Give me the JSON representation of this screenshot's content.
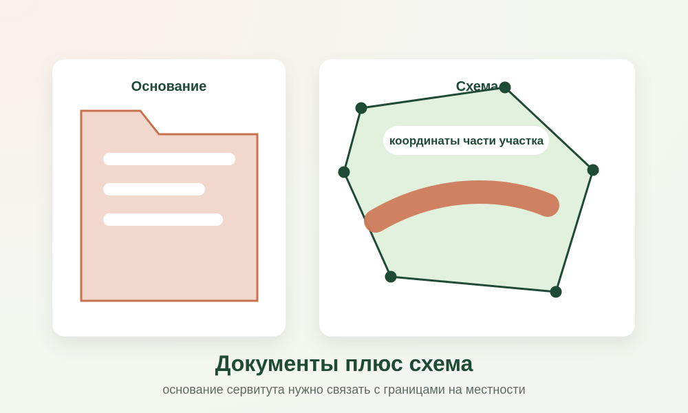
{
  "cards": {
    "left": {
      "title": "Основание"
    },
    "right": {
      "title": "Схема",
      "label": "координаты части участка"
    }
  },
  "footer": {
    "title": "Документы плюс схема",
    "subtitle": "основание сервитута нужно связать с границами на местности"
  },
  "colors": {
    "dark_green": "#1f4a35",
    "folder_fill": "#f2d8cc",
    "folder_stroke": "#c8714f",
    "polygon_fill": "#dff0da",
    "path_stroke": "#cd7a5a"
  },
  "icons": [
    "folder-icon",
    "vertex-dot-icon"
  ]
}
